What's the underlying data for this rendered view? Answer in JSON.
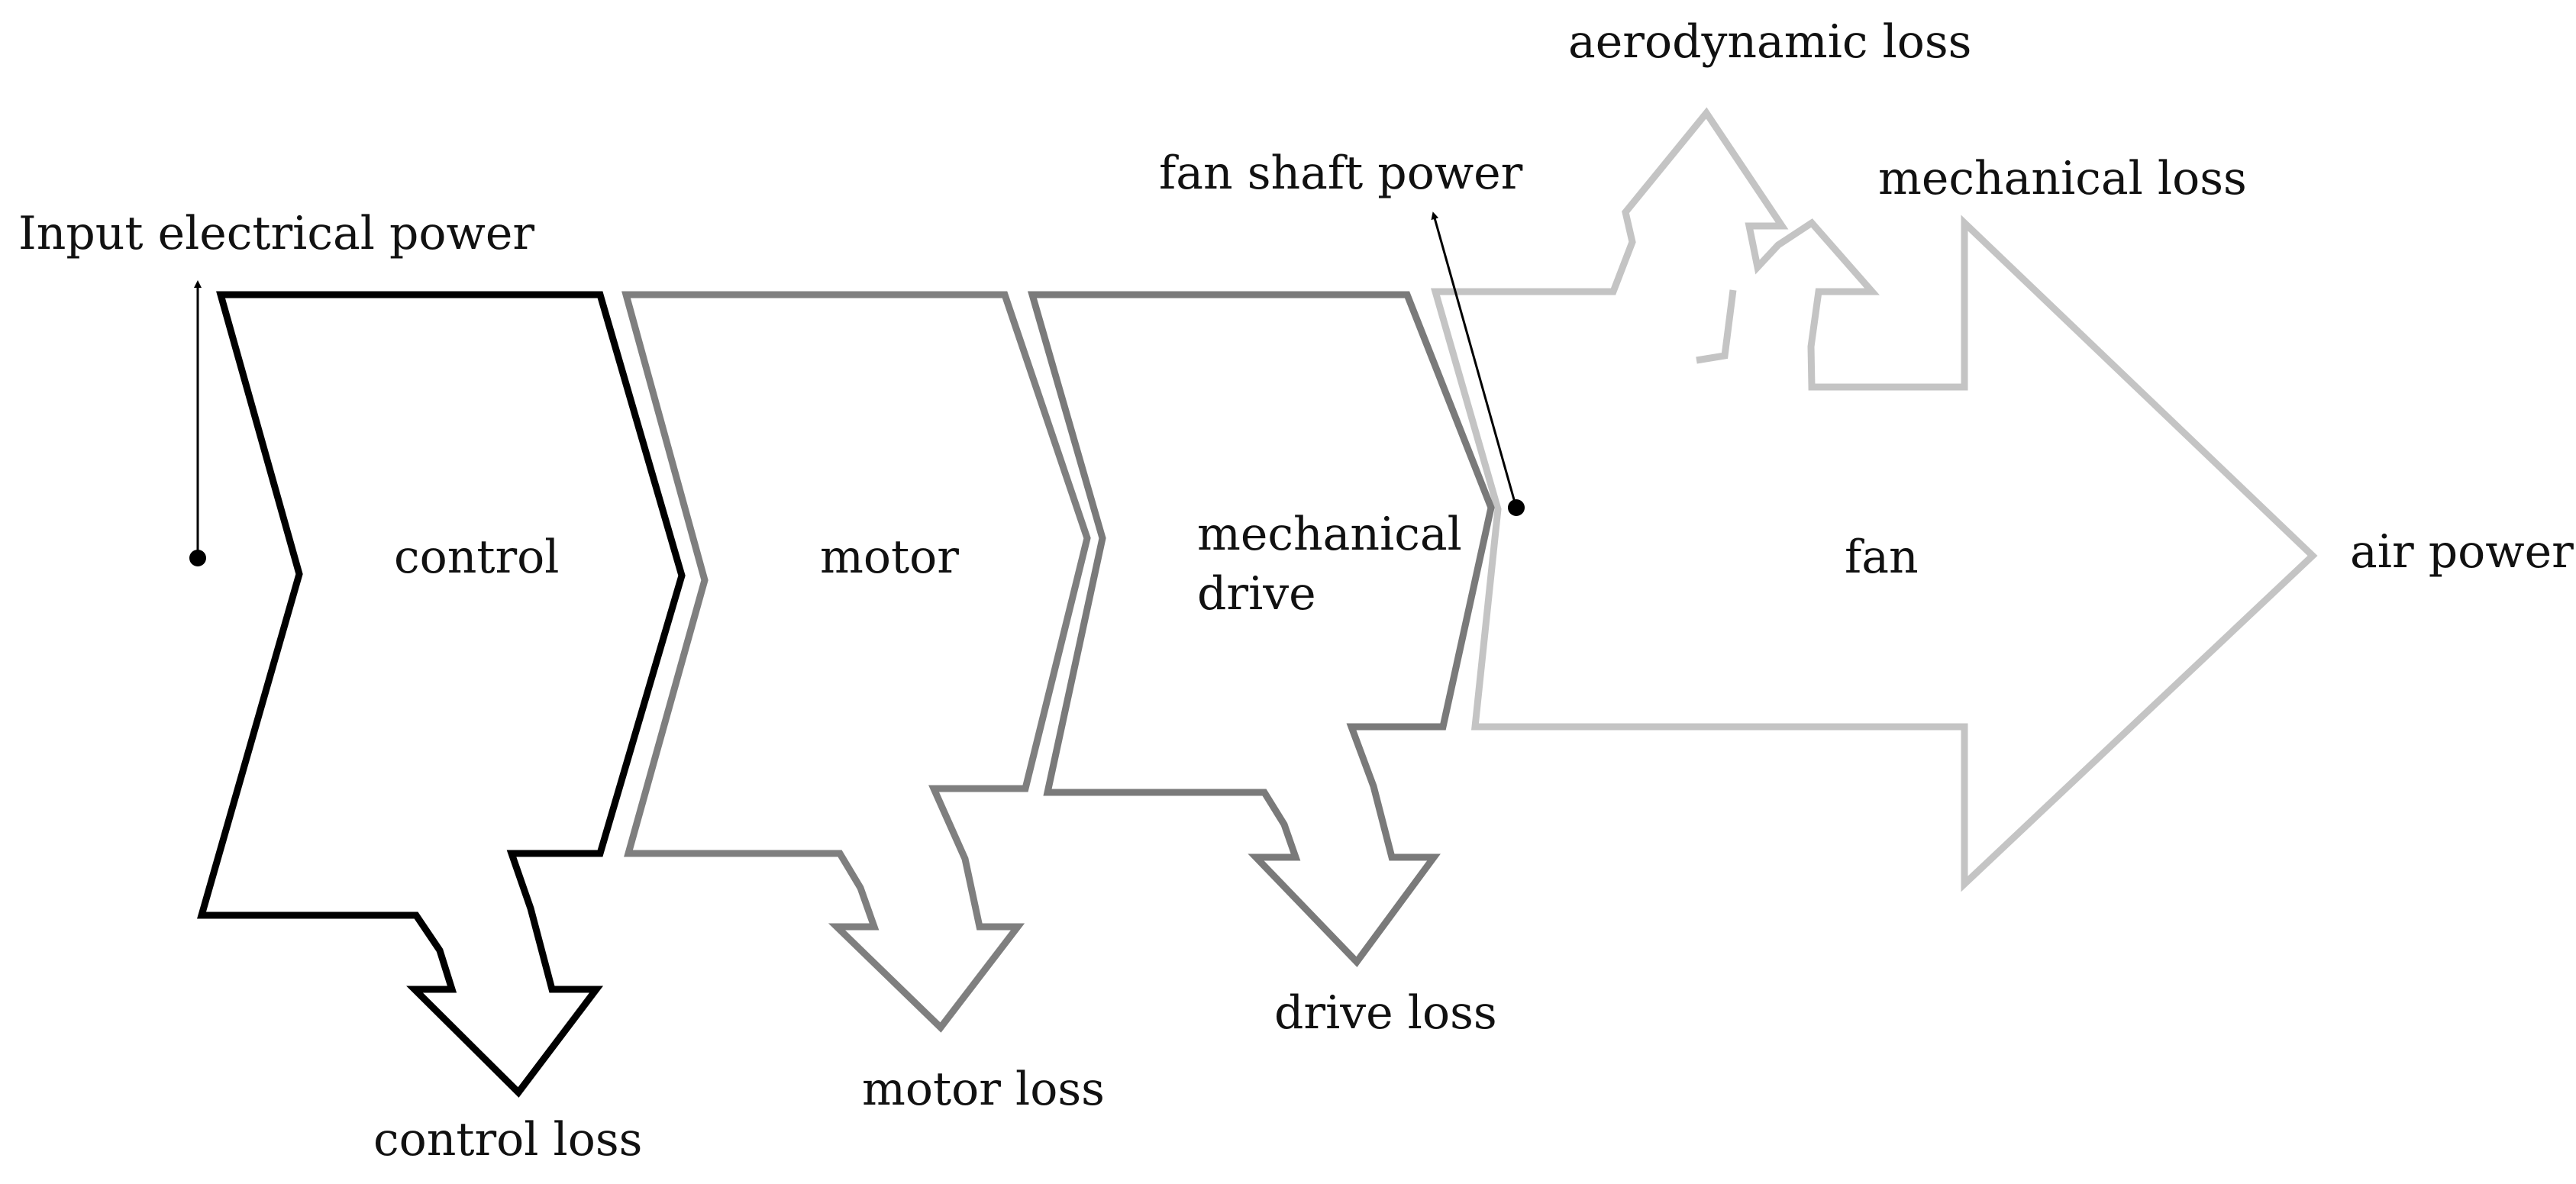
{
  "labels": {
    "input_power": "Input electrical power",
    "control": "control",
    "motor": "motor",
    "mechanical_line1": "mechanical",
    "mechanical_line2": "drive",
    "fan": "fan",
    "air_power": "air power",
    "control_loss": "control loss",
    "motor_loss": "motor loss",
    "drive_loss": "drive loss",
    "fan_shaft_power": "fan shaft power",
    "aerodynamic_loss": "aerodynamic loss",
    "mechanical_loss": "mechanical loss"
  },
  "colors": {
    "control": "#000000",
    "motor": "#7f7f7f",
    "drive": "#7a7a7a",
    "fan": "#c4c4c4"
  }
}
